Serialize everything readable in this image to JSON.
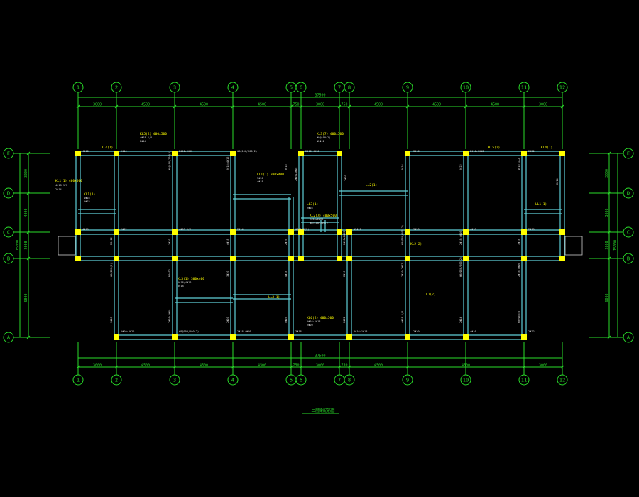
{
  "drawing": {
    "title": "二层梁配筋图",
    "colors": {
      "background": "#000000",
      "axis": "#2adc2a",
      "beam": "#5fd0d8",
      "column": "#ffff00",
      "annotation": "#ffff00",
      "text": "#dddddd"
    }
  },
  "axes_x": [
    "1",
    "2",
    "3",
    "4",
    "5",
    "6",
    "7",
    "8",
    "9",
    "10",
    "11",
    "12"
  ],
  "axes_y": [
    "E",
    "D",
    "C",
    "B",
    "A"
  ],
  "dims_top": [
    "3000",
    "4500",
    "4500",
    "4500",
    "750",
    "3000",
    "750",
    "4500",
    "4500",
    "4500",
    "3000"
  ],
  "total_top": "37500",
  "dims_bottom": [
    "3000",
    "4500",
    "4500",
    "4500",
    "750",
    "3000",
    "750",
    "4500",
    "4500",
    "3000"
  ],
  "total_bottom": "37500",
  "dims_left": [
    "3000",
    "4000",
    "2000",
    "6000"
  ],
  "total_left": "15000",
  "dims_right": [
    "3000",
    "3000",
    "2000",
    "6000"
  ],
  "total_right": "15000",
  "beam_labels": [
    "KL4(1)",
    "KL5(2) 400x500",
    "KL3(7) 400x500",
    "KL5(2)",
    "KL4(1)",
    "LL1(1) 300x400",
    "LL2(1)",
    "LL3(1)",
    "LL1(1)",
    "KL1(1) 400x500",
    "KL2(7) 400x500",
    "KL1(1)",
    "KL3(1) 300x400",
    "KL2(2)",
    "L1(2)",
    "LL3(1)",
    "KL6(2) 400x500"
  ],
  "rebar_notes": [
    "4Φ18",
    "2Φ16",
    "2Φ20+2Φ22",
    "Φ8@100/200(2)",
    "2Φ18;4Φ16",
    "3Φ18",
    "2Φ16+1Φ18",
    "2Φ20",
    "4Φ16",
    "2Φ22",
    "4Φ18 1/2",
    "2Φ14",
    "Φ8@100(2)",
    "N2Φ12",
    "3Φ20"
  ]
}
